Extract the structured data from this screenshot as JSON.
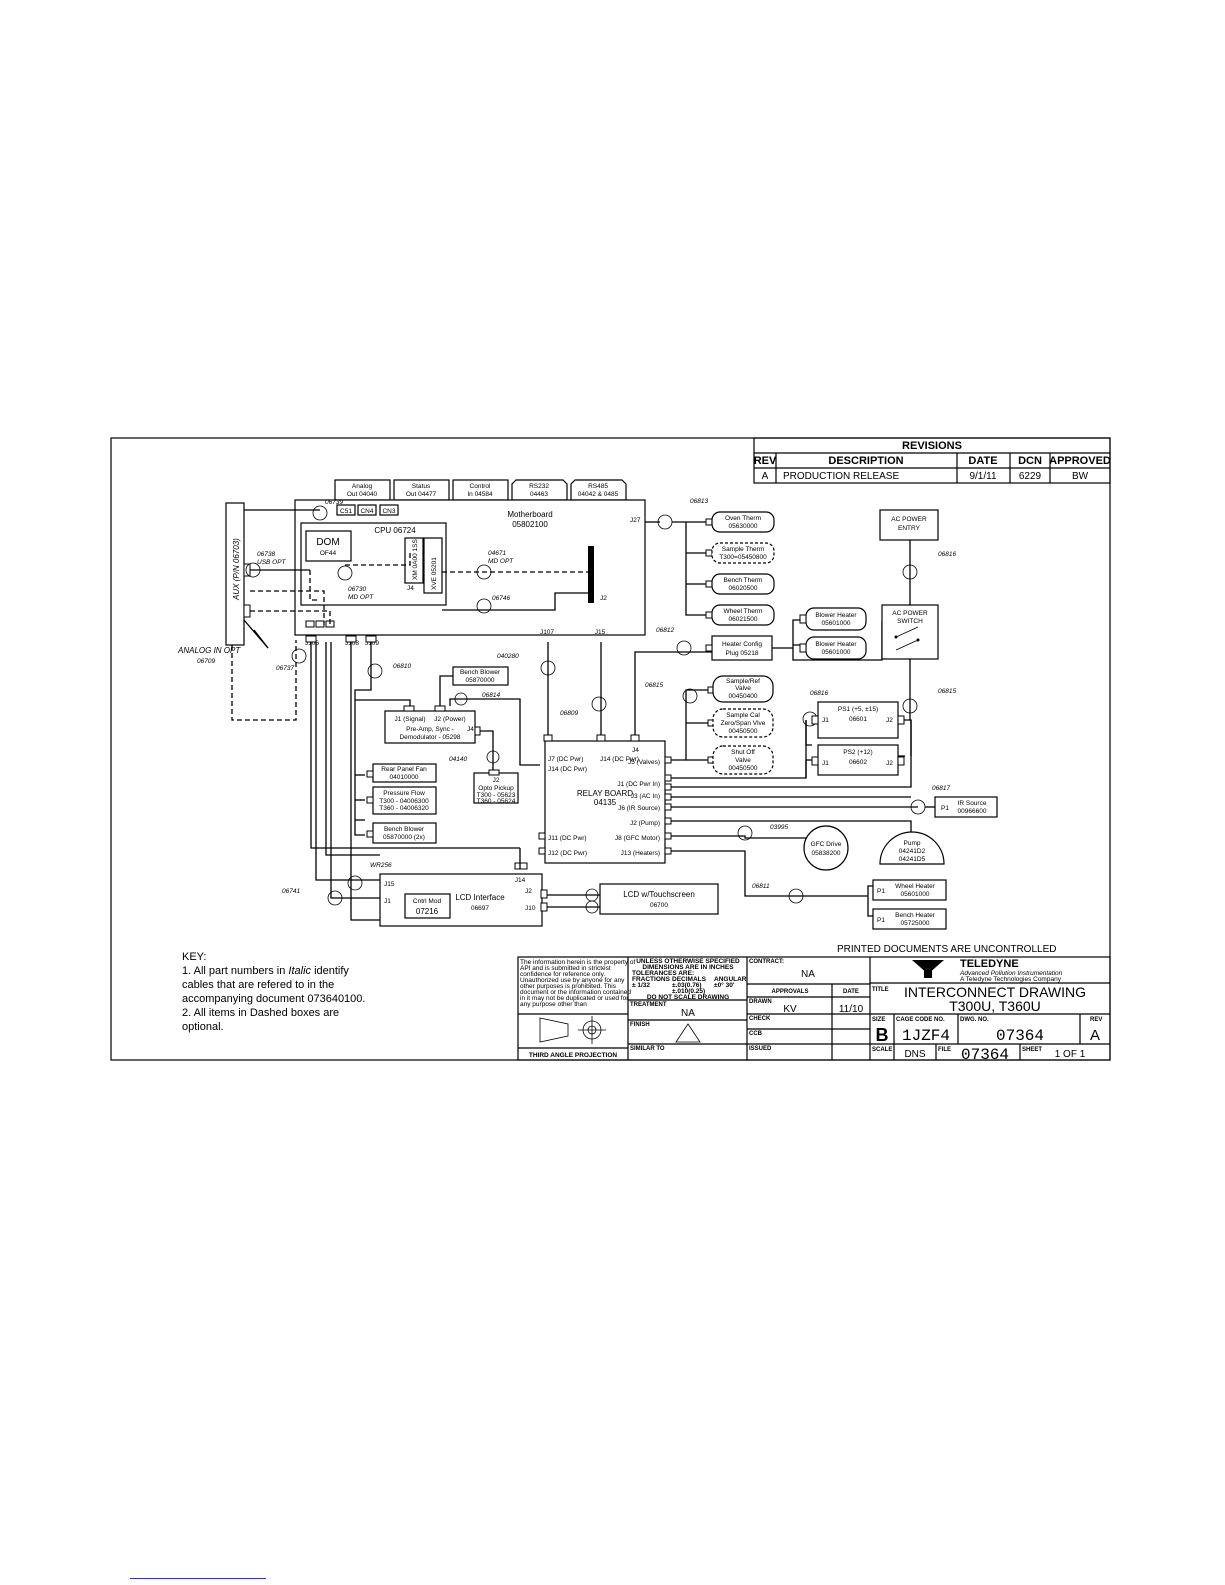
{
  "revisions": {
    "title": "REVISIONS",
    "headers": [
      "REV",
      "DESCRIPTION",
      "DATE",
      "DCN",
      "APPROVED"
    ],
    "row": [
      "A",
      "PRODUCTION RELEASE",
      "9/1/11",
      "6229",
      "BW"
    ]
  },
  "top_boards": [
    {
      "name": "Analog",
      "part": "Out 04040"
    },
    {
      "name": "Status",
      "part": "Out 04477"
    },
    {
      "name": "Control",
      "part": "In 04584"
    },
    {
      "name": "RS232",
      "part": "04463"
    },
    {
      "name": "RS485",
      "part": "04042 & 0485"
    }
  ],
  "motherboard": {
    "name": "Motherboard",
    "part": "05802100",
    "j27": "J27",
    "j2": "J2",
    "j106": "J106",
    "j108": "J108",
    "j109": "J109",
    "j107": "J107",
    "j15": "J15"
  },
  "cpu": {
    "name": "CPU 06724",
    "com1": "C51",
    "com2": "CN4",
    "com3": "CN3",
    "dom": "DOM",
    "dom_sub": "OF44",
    "xml": "XM 0A00 1SS",
    "xv": "XVE 05201",
    "j4": "J4"
  },
  "aux": {
    "label": "AUX (P/N 06703)"
  },
  "cables": {
    "c06739": "06739",
    "c06738": "06738",
    "usb_opt": "USB OPT",
    "c06730": "06730",
    "md_opt": "MD OPT",
    "c04671": "04671",
    "c06746": "06746",
    "analog_in": "ANALOG IN OPT",
    "c06709": "06709",
    "c06737": "06737",
    "c06810": "06810",
    "c04028": "040280",
    "c06814": "06814",
    "c06809": "06809",
    "c04140": "04140",
    "c06813": "06813",
    "c06812": "06812",
    "c06815a": "06815",
    "c06816": "06816",
    "c06816b": "06816",
    "c06815b": "06815",
    "c06817": "06817",
    "c03995": "03995",
    "c06811": "06811",
    "wr256": "WR256",
    "c06741": "06741"
  },
  "therms": [
    {
      "name": "Oven Therm",
      "part": "05630000"
    },
    {
      "name": "Sample Therm",
      "part": "T300=05450800"
    },
    {
      "name": "Bench Therm",
      "part": "06020500"
    },
    {
      "name": "Wheel Therm",
      "part": "06021500"
    }
  ],
  "heater_config": {
    "name": "Heater Config",
    "part": "Plug 05218"
  },
  "blower_heaters": [
    {
      "name": "Blower Heater",
      "part": "05601000"
    },
    {
      "name": "Blower Heater",
      "part": "05601000"
    }
  ],
  "valves": [
    {
      "name": "Sample/Ref",
      "sub": "Valve",
      "part": "00450400"
    },
    {
      "name": "Sample Cal",
      "sub": "Zero/Span Vlve",
      "part": "00450500"
    },
    {
      "name": "Shut Off",
      "sub": "Valve",
      "part": "00450500"
    }
  ],
  "ac_power_entry": {
    "line1": "AC POWER",
    "line2": "ENTRY"
  },
  "ac_switch": {
    "line1": "AC POWER",
    "line2": "SWITCH"
  },
  "ps1": {
    "name": "PS1 (+5, ±15)",
    "part": "06601",
    "jin": "J1",
    "jout": "J2"
  },
  "ps2": {
    "name": "PS2 (+12)",
    "part": "06602",
    "jin": "J1",
    "jout": "J2"
  },
  "bench_blower_top": {
    "name": "Bench Blower",
    "part": "05870000"
  },
  "preamp": {
    "line1": "Pre-Amp, Sync -",
    "line2": "Demodulator - 05298",
    "j1": "J1 (Signal)",
    "j2": "J2 (Power)",
    "j4": "J4"
  },
  "opto": {
    "name": "Opto Pickup",
    "sub1": "T300 - 05623",
    "sub2": "T360 - 05624",
    "j2": "J2"
  },
  "rear_fan": {
    "name": "Rear Panel Fan",
    "part": "04010000"
  },
  "pressure_flow": {
    "name": "Pressure Flow",
    "sub1": "T300 - 04006300",
    "sub2": "T360 - 04006320"
  },
  "bench_blower_low": {
    "name": "Bench Blower",
    "part": "05870000 (2x)"
  },
  "relay": {
    "name": "RELAY BOARD",
    "part": "04135",
    "left_pins": [
      "J7 (DC Pwr)",
      "J14 (DC Pwr)",
      "J11 (DC Pwr)",
      "J12 (DC Pwr)"
    ],
    "right_pins": [
      "J5 (Valves)",
      "J1 (DC Pwr In)",
      "J3 (AC In)",
      "J6 (IR Source)",
      "J2 (Pump)",
      "J8 (GFC Motor)",
      "J13 (Heaters)"
    ],
    "top_pins": [
      "J14 (DC Pwr)",
      "J4"
    ]
  },
  "ir_source": {
    "name": "IR Source",
    "part": "00966600",
    "pin": "P1"
  },
  "gfc_drive": {
    "name": "GFC Drive",
    "part": "05838200"
  },
  "pump": {
    "name": "Pump",
    "part1": "04241D2",
    "part2": "04241D5"
  },
  "lcd_interface": {
    "name": "LCD Interface",
    "part": "06697",
    "j15": "J15",
    "j1": "J1",
    "j2": "J2",
    "j10": "J10",
    "j14": "J14"
  },
  "cntrl_mod": {
    "name": "Cntrl Mod",
    "part": "07216"
  },
  "lcd_touch": {
    "name": "LCD w/Touchscreen",
    "part": "06700"
  },
  "wheel_heater": {
    "name": "Wheel Heater",
    "part": "05601000",
    "pin": "P1"
  },
  "bench_heater": {
    "name": "Bench Heater",
    "part": "05725000",
    "pin": "P1"
  },
  "printed_notice": "PRINTED DOCUMENTS ARE UNCONTROLLED",
  "key": {
    "title": "KEY:",
    "line1a": "1. All part numbers in ",
    "line1b": "Italic",
    "line1c": " identify",
    "line2": "cables that are refered to in the",
    "line3": "accompanying document 073640100.",
    "line4": "2. All items in Dashed boxes are",
    "line5": "optional."
  },
  "title_block": {
    "legal": [
      "The information herein is the property of",
      "API and is submitted in strictest",
      "confidence for reference only.",
      "Unauthorized use by anyone for any",
      "other purposes is prohibited. This",
      "document or the information contained",
      "in it may not be duplicated or used for",
      "any purpose other than"
    ],
    "tol1": "UNLESS OTHERWISE SPECIFIED",
    "tol2": "DIMENSIONS ARE IN INCHES",
    "tol3": "TOLERANCES ARE:",
    "tol_frac": "FRACTIONS",
    "tol_dec": "DECIMALS",
    "tol_ang": "ANGULAR",
    "tol_v1": "± 1/32",
    "tol_v2": "±.03(0.76)",
    "tol_v3": "±0° 30'",
    "tol_v4": "±.010(0.25)",
    "noscale": "DO NOT SCALE DRAWING",
    "treatment": "TREATMENT",
    "treatment_val": "NA",
    "finish": "FINISH",
    "similar": "SIMILAR TO",
    "projection": "THIRD ANGLE PROJECTION",
    "contract": "CONTRACT:",
    "contract_val": "NA",
    "approvals": "APPROVALS",
    "date": "DATE",
    "drawn": "DRAWN",
    "drawn_by": "KV",
    "drawn_date": "11/10",
    "check": "CHECK",
    "ccb": "CCB",
    "issued": "ISSUED",
    "company": "TELEDYNE",
    "company_sub1": "Advanced Pollution Instrumentation",
    "company_sub2": "A Teledyne Technologies Company",
    "title_lbl": "TITLE",
    "title1": "INTERCONNECT DRAWING",
    "title2": "T300U, T360U",
    "size_lbl": "SIZE",
    "size": "B",
    "cage_lbl": "CAGE CODE NO.",
    "cage": "1JZF4",
    "dwg_lbl": "DWG. NO.",
    "dwg": "07364",
    "rev_lbl": "REV",
    "rev": "A",
    "scale_lbl": "SCALE",
    "scale": "DNS",
    "file_lbl": "FILE",
    "file": "07364",
    "sheet_lbl": "SHEET",
    "sheet": "1 OF 1"
  }
}
